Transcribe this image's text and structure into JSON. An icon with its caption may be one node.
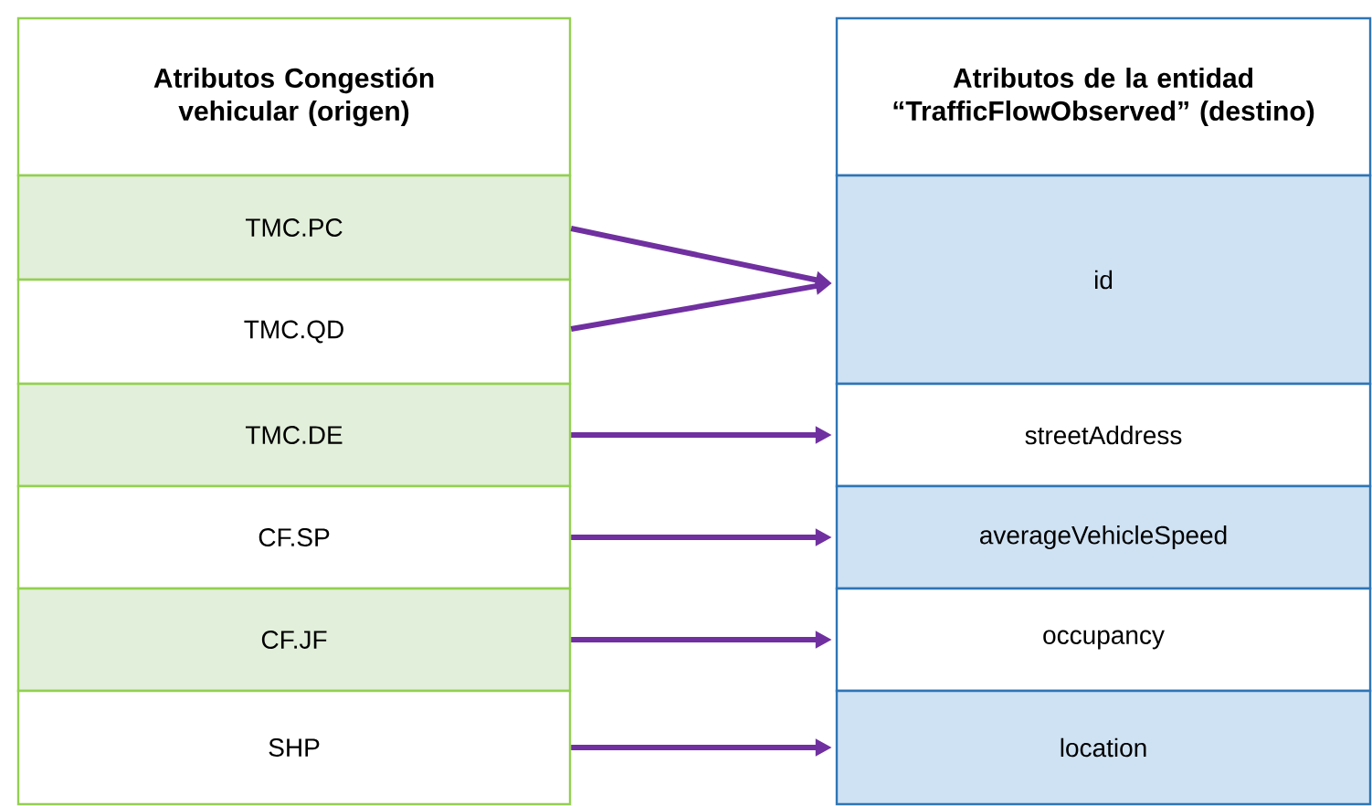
{
  "diagram": {
    "nodes": [
      {
        "text": [
          "Atributos Congestión vehicular (origen)"
        ]
      },
      {
        "text": [
          "TMC.PC"
        ]
      },
      {
        "text": [
          "TMC.QD"
        ]
      },
      {
        "text": [
          "TMC.DE"
        ]
      },
      {
        "text": [
          "CF.SP"
        ]
      },
      {
        "text": [
          "CF.JF"
        ]
      },
      {
        "text": [
          "SHP"
        ]
      },
      {
        "text": [
          "Atributos de la entidad “TrafficFlowObserved” (destino)"
        ]
      },
      {
        "text": [
          "id"
        ]
      },
      {
        "text": [
          "streetAddress"
        ]
      },
      {
        "text": [
          "averageVehicleSpeed"
        ]
      },
      {
        "text": [
          "occupancy"
        ]
      },
      {
        "text": [
          "location"
        ]
      }
    ],
    "edges": [
      {
        "from": 1,
        "to": 8,
        "arrow": "to"
      },
      {
        "from": 2,
        "to": 8,
        "arrow": "to"
      },
      {
        "from": 3,
        "to": 9,
        "arrow": "to"
      },
      {
        "from": 4,
        "to": 10,
        "arrow": "to"
      },
      {
        "from": 5,
        "to": 11,
        "arrow": "to"
      },
      {
        "from": 6,
        "to": 12,
        "arrow": "to"
      }
    ]
  }
}
